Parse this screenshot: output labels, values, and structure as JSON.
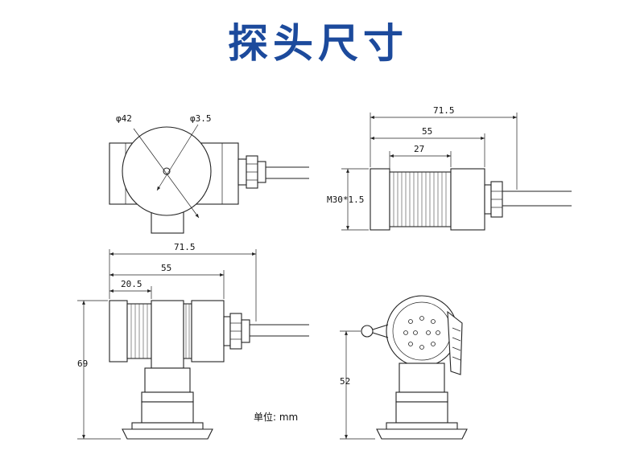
{
  "title": "探头尺寸",
  "unit_note": "单位: mm",
  "front_view": {
    "dia_outer": "φ42",
    "dia_hole": "φ3.5"
  },
  "side_view": {
    "len_total": "71.5",
    "len_body": "55",
    "len_thread": "27",
    "thread": "M30*1.5"
  },
  "bottom_left_view": {
    "len_total": "71.5",
    "len_body": "55",
    "len_flange": "20.5",
    "height": "69"
  },
  "bottom_right_view": {
    "height": "52"
  }
}
